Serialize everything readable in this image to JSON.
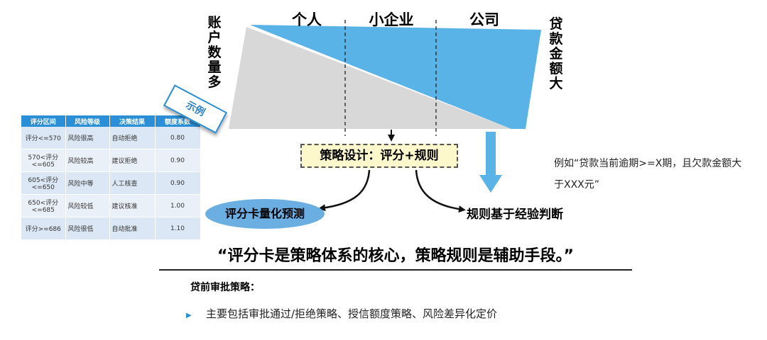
{
  "left_axis_label": "账户数量多",
  "right_axis_label": "贷款金额大",
  "segments": [
    "个人",
    "小企业",
    "公司"
  ],
  "stamp_label": "示例",
  "table": {
    "headers": [
      "评分区间",
      "风险等级",
      "决策结果",
      "额度系数"
    ],
    "rows": [
      {
        "range": "评分<=570",
        "risk": "风险很高",
        "decision": "自动拒绝",
        "coef": "0.80"
      },
      {
        "range": "570<评分<=605",
        "risk": "风险较高",
        "decision": "建议拒绝",
        "coef": "0.90"
      },
      {
        "range": "605<评分<=650",
        "risk": "风险中等",
        "decision": "人工核查",
        "coef": "0.90"
      },
      {
        "range": "650<评分<=685",
        "risk": "风险较低",
        "decision": "建议核准",
        "coef": "1.00"
      },
      {
        "range": "评分>=686",
        "risk": "风险很低",
        "decision": "自动批准",
        "coef": "1.10"
      }
    ]
  },
  "strategy_box": "策略设计：评分+规则",
  "scorecard_label": "评分卡量化预测",
  "rule_label": "规则基于经验判断",
  "example_text": "例如“贷款当前逾期>=X期，且欠款金额大于XXX元”",
  "quote": "“评分卡是策略体系的核心，策略规则是辅助手段。”",
  "subtitle": "贷前审批策略：",
  "bullets": [
    "主要包括审批通过/拒绝策略、授信额度策略、风险差异化定价"
  ],
  "colors": {
    "blue": "#5ab3e6",
    "gray": "#d8d8d8",
    "accent": "#2a8fd6",
    "box_fill": "#fdf7cc",
    "ellipse": "#6aaee2"
  }
}
